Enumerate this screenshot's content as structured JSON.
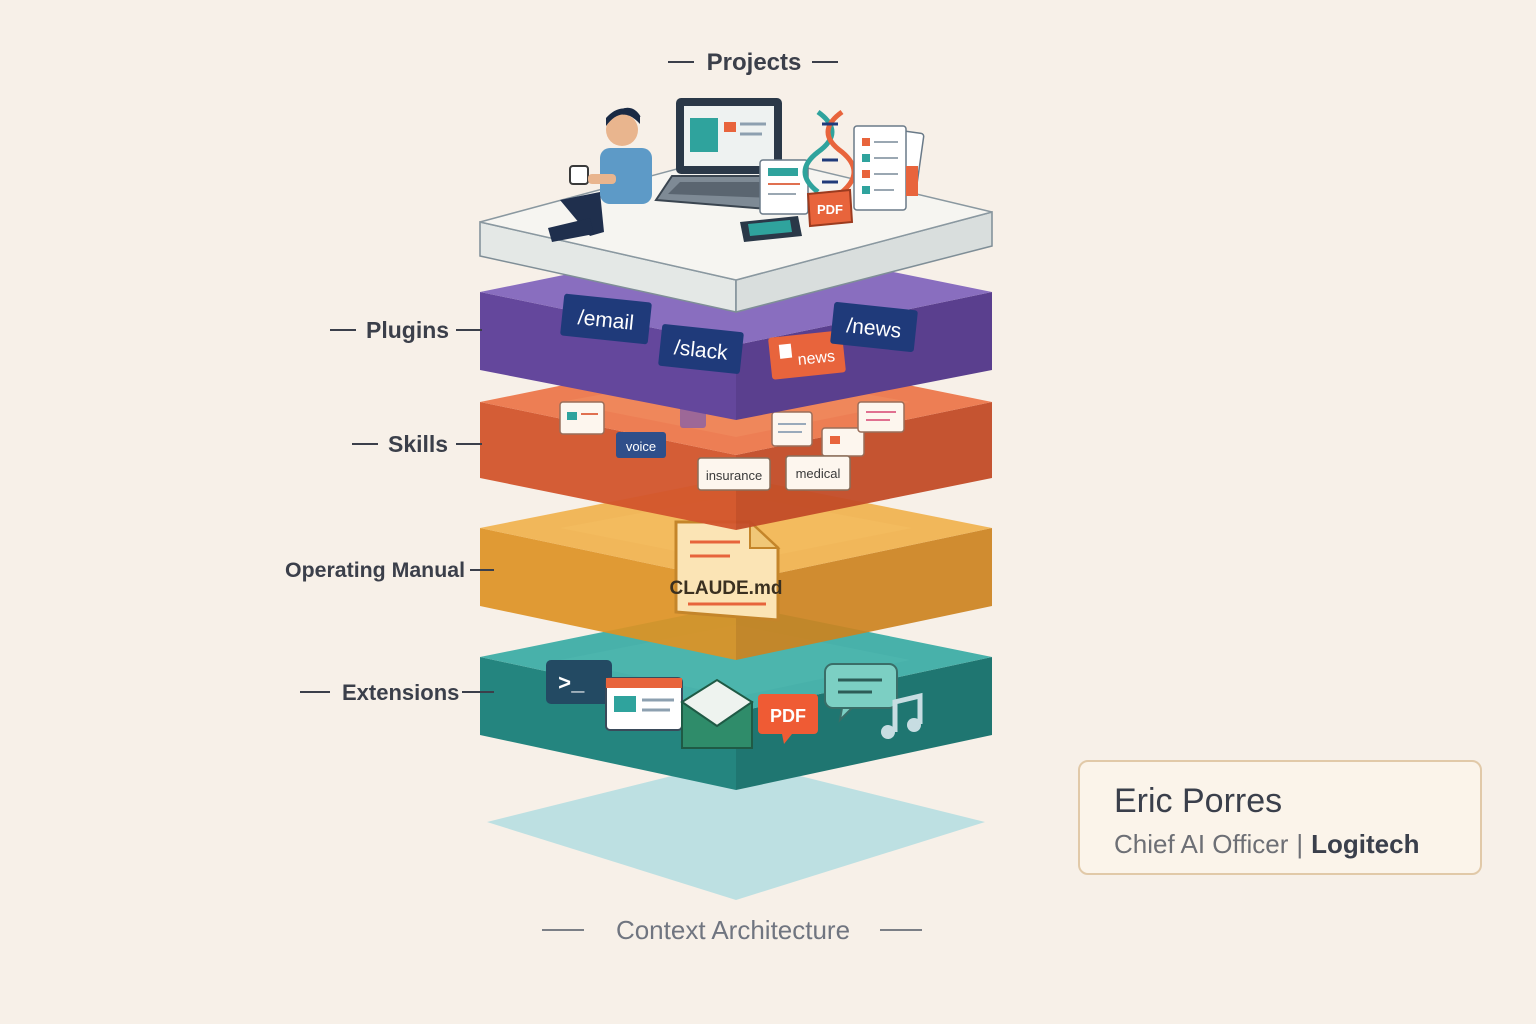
{
  "labels": {
    "projects": "Projects",
    "plugins": "Plugins",
    "skills": "Skills",
    "operating_manual": "Operating Manual",
    "extensions": "Extensions",
    "context_architecture": "Context Architecture"
  },
  "plugins": {
    "email": "/email",
    "slack": "/slack",
    "news_tag": "news",
    "news": "/news"
  },
  "skills": {
    "voice": "voice",
    "insurance": "insurance",
    "medical": "medical"
  },
  "manual": {
    "file": "CLAUDE.md"
  },
  "projects_items": {
    "pdf": "PDF"
  },
  "extensions": {
    "pdf": "PDF",
    "terminal": ">_"
  },
  "card": {
    "name": "Eric Porres",
    "title": "Chief AI Officer",
    "separator": "|",
    "company": "Logitech"
  },
  "colors": {
    "background": "#f7f0e8",
    "projects_layer": "#f4f3ee",
    "plugins_layer": "#7a5bb0",
    "skills_layer": "#e96a3e",
    "manual_layer": "#eaa435",
    "extensions_layer": "#2fa39d",
    "shadow": "#a9dbe0"
  },
  "icons": [
    "person-icon",
    "laptop-icon",
    "dna-icon",
    "document-icon",
    "tablet-icon",
    "terminal-icon",
    "browser-icon",
    "mail-icon",
    "chat-icon",
    "music-icon"
  ]
}
